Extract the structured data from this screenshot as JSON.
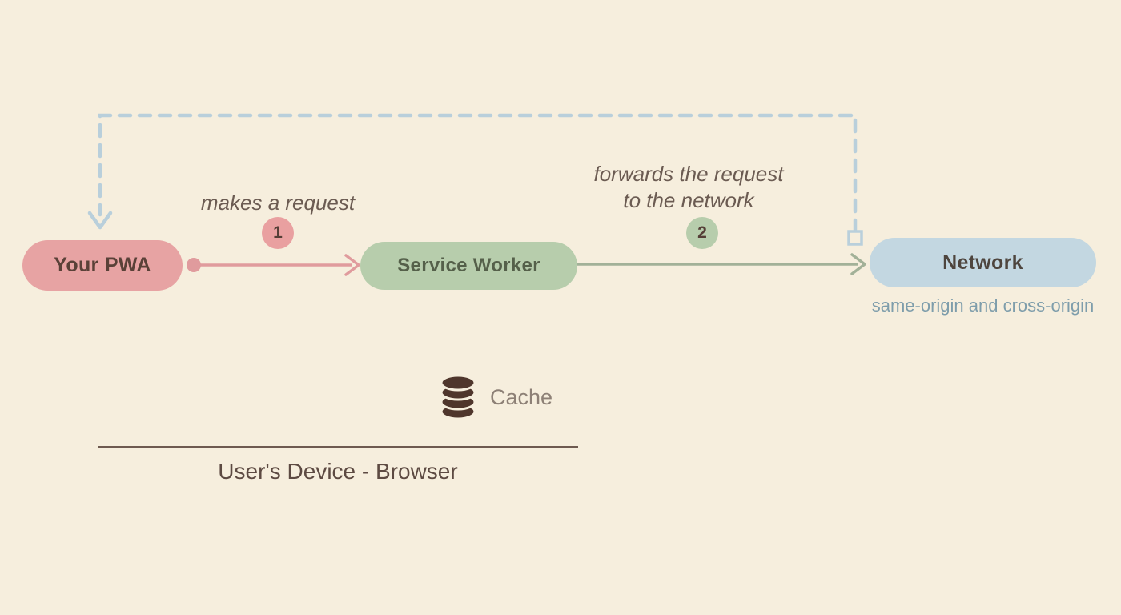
{
  "diagram": {
    "nodes": {
      "pwa": {
        "label": "Your PWA"
      },
      "service_worker": {
        "label": "Service Worker"
      },
      "network": {
        "label": "Network",
        "subtitle": "same-origin and cross-origin"
      }
    },
    "steps": {
      "one": {
        "number": "1",
        "label": "makes a request"
      },
      "two": {
        "number": "2",
        "label_line1": "forwards the request",
        "label_line2": "to the network"
      }
    },
    "cache": {
      "label": "Cache"
    },
    "device": {
      "label": "User's Device - Browser"
    },
    "colors": {
      "background": "#f6eedd",
      "pwa_fill": "#e7a3a3",
      "service_worker_fill": "#b7cdac",
      "network_fill": "#c3d7e1",
      "arrow_pink": "#e09b9d",
      "arrow_green": "#a2b198",
      "dashed_return_blue": "#b9cfdb",
      "dark_text": "#5d4a42",
      "network_subtitle_text": "#7e9dab",
      "cache_icon": "#4f362c"
    }
  }
}
